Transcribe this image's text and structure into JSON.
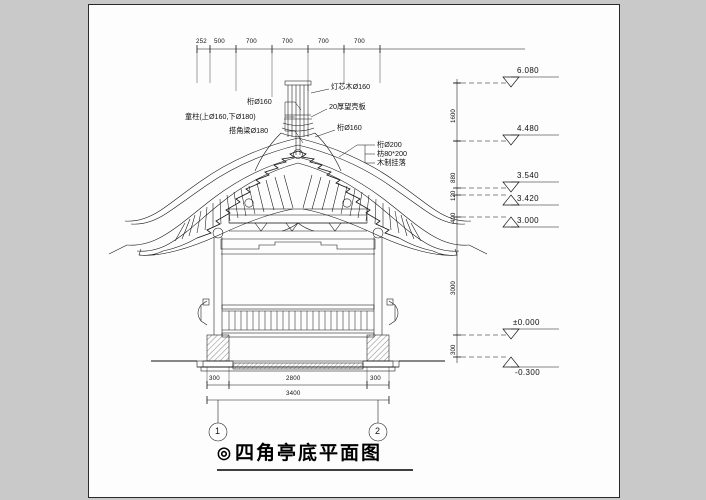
{
  "drawing": {
    "title": "四角亭底平面图",
    "title_marker": "◎",
    "sheet_bg": "#fdfdfd",
    "line_color": "#111111",
    "page_bg": "#c9c9c9"
  },
  "top_dimensions": {
    "label": "top-dimension-chain",
    "values": [
      "252",
      "500",
      "700",
      "700",
      "700",
      "700"
    ]
  },
  "bottom_dimensions": {
    "label": "bottom-dimension-chain",
    "upper": [
      "300",
      "2800",
      "300"
    ],
    "total": "3400"
  },
  "vertical_dimensions": [
    "1600",
    "880",
    "120",
    "400",
    "3000",
    "300"
  ],
  "elevations": [
    {
      "value": "6.080",
      "name": "elevation-6080"
    },
    {
      "value": "4.480",
      "name": "elevation-4480"
    },
    {
      "value": "3.540",
      "name": "elevation-3540"
    },
    {
      "value": "3.420",
      "name": "elevation-3420"
    },
    {
      "value": "3.000",
      "name": "elevation-3000"
    },
    {
      "value": "±0.000",
      "name": "elevation-0000"
    },
    {
      "value": "-0.300",
      "name": "elevation-minus-0300"
    }
  ],
  "annotations_left": [
    {
      "text": "桁Ø160",
      "name": "callout-heng-160"
    },
    {
      "text": "童柱(上Ø160,下Ø180)",
      "name": "callout-tongzhu"
    },
    {
      "text": "搭角梁Ø180",
      "name": "callout-dajiaoliang-180"
    }
  ],
  "annotations_right": [
    {
      "text": "灯芯木Ø160",
      "name": "callout-dengxinmu-160"
    },
    {
      "text": "20厚望壳板",
      "name": "callout-20hou-wangban"
    },
    {
      "text": "桁Ø160",
      "name": "callout-heng-160-right"
    },
    {
      "text": "桁Ø200",
      "name": "callout-heng-200"
    },
    {
      "text": "枋80*200",
      "name": "callout-fang-80x200"
    },
    {
      "text": "木制挂落",
      "name": "callout-muzhi-gualuo"
    }
  ],
  "axis_bubbles": [
    {
      "label": "1",
      "name": "axis-bubble-1"
    },
    {
      "label": "2",
      "name": "axis-bubble-2"
    }
  ]
}
